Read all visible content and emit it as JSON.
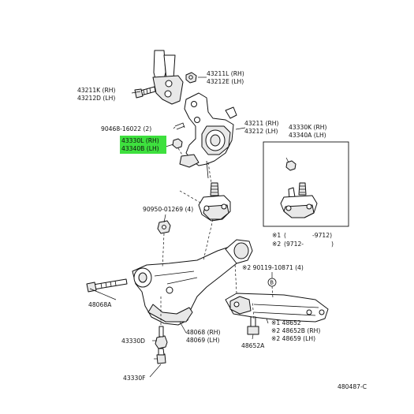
{
  "callouts": {
    "upper_bolt": [
      "43211K (RH)",
      "43212D (LH)"
    ],
    "upper_nut": [
      "43211L (RH)",
      "43212E (LH)"
    ],
    "knuckle": [
      "43211 (RH)",
      "43212 (LH)"
    ],
    "cotter": "90468-16022 (2)",
    "ball_joint": [
      "43330L (RH)",
      "43340B (LH)"
    ],
    "inset_ball_joint": [
      "43330K (RH)",
      "43340A (LH)"
    ],
    "nut_9095": "90950-01269 (4)",
    "lower_bolt": "48068A",
    "lower_arm": [
      "48068 (RH)",
      "48069 (LH)"
    ],
    "bushing_nut": "43330D",
    "bushing_bolt": "43330F",
    "crossmember_bolt": "48652A",
    "crossmember": [
      "※1 48652",
      "※2 48652B (RH)",
      "※2 48659 (LH)"
    ],
    "bolt_9011": "※2 90119-10871 (4)",
    "circle_ref": "B"
  },
  "legend": {
    "line1_mark": "※1",
    "line1_text": "(",
    "line1_code": "-9712)",
    "line2_mark": "※2",
    "line2_text": "(9712-",
    "line2_close": ")"
  },
  "diagram_id": "480487-C",
  "colors": {
    "highlight": "#3ee03e",
    "ink": "#111111",
    "fill": "#e8e8e8"
  }
}
